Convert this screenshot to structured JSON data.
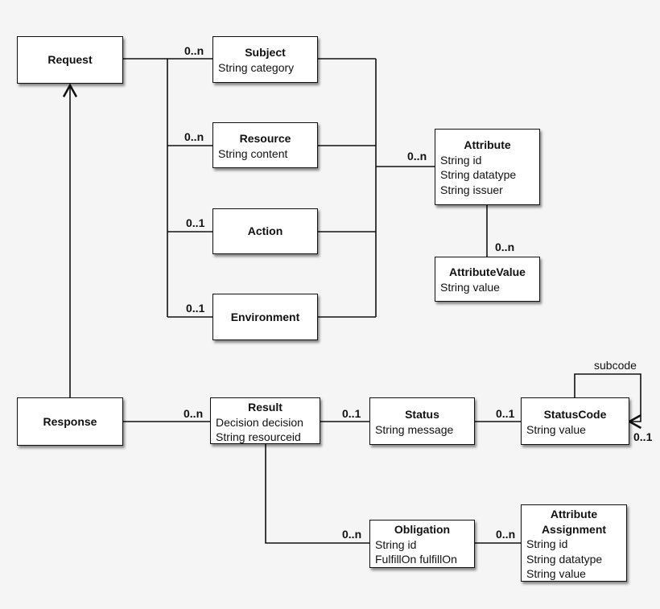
{
  "classes": {
    "request": {
      "name": "Request"
    },
    "subject": {
      "name": "Subject",
      "attrs": [
        "String category"
      ]
    },
    "resource": {
      "name": "Resource",
      "attrs": [
        "String content"
      ]
    },
    "action": {
      "name": "Action"
    },
    "environment": {
      "name": "Environment"
    },
    "attribute": {
      "name": "Attribute",
      "attrs": [
        "String id",
        "String datatype",
        "String issuer"
      ]
    },
    "attribute_value": {
      "name": "AttributeValue",
      "attrs": [
        "String value"
      ]
    },
    "response": {
      "name": "Response"
    },
    "result": {
      "name": "Result",
      "attrs": [
        "Decision decision",
        "String resourceid"
      ]
    },
    "status": {
      "name": "Status",
      "attrs": [
        "String message"
      ]
    },
    "status_code": {
      "name": "StatusCode",
      "attrs": [
        "String value"
      ]
    },
    "obligation": {
      "name": "Obligation",
      "attrs": [
        "String id",
        "FulfillOn fulfillOn"
      ]
    },
    "attribute_assignment": {
      "name_line1": "Attribute",
      "name_line2": "Assignment",
      "attrs": [
        "String id",
        "String datatype",
        "String value"
      ]
    }
  },
  "multiplicities": {
    "subject": "0..n",
    "resource": "0..n",
    "action": "0..1",
    "environment": "0..1",
    "attribute": "0..n",
    "attribute_value": "0..n",
    "result": "0..n",
    "status": "0..1",
    "status_code": "0..1",
    "subcode": "0..1",
    "obligation": "0..n",
    "attribute_assignment": "0..n"
  },
  "labels": {
    "subcode": "subcode"
  }
}
